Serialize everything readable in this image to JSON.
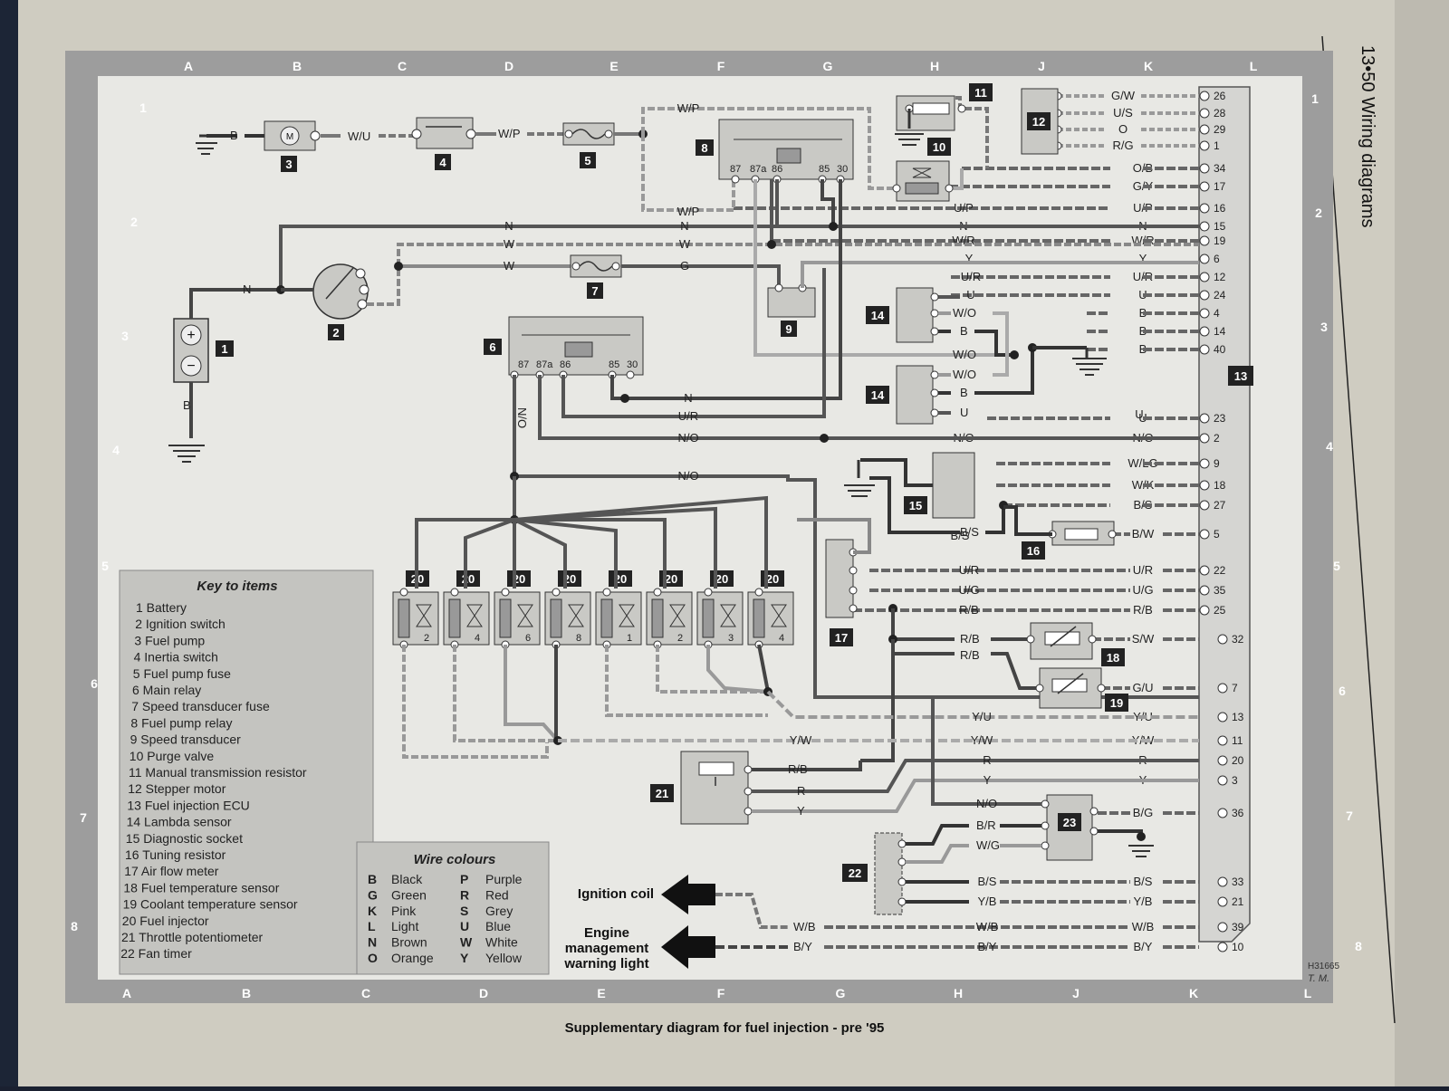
{
  "page_header": "13•50 Wiring diagrams",
  "caption": "Supplementary diagram for fuel injection - pre '95",
  "drawing_ref": "H31665",
  "grid_letters": [
    "A",
    "B",
    "C",
    "D",
    "E",
    "F",
    "G",
    "H",
    "J",
    "K",
    "L"
  ],
  "grid_numbers": [
    "1",
    "2",
    "3",
    "4",
    "5",
    "6",
    "7",
    "8"
  ],
  "key": {
    "title": "Key to items",
    "items": [
      "1  Battery",
      "2  Ignition switch",
      "3  Fuel pump",
      "4  Inertia switch",
      "5  Fuel pump fuse",
      "6  Main relay",
      "7  Speed transducer fuse",
      "8  Fuel pump relay",
      "9  Speed transducer",
      "10  Purge valve",
      "11  Manual transmission resistor",
      "12  Stepper motor",
      "13  Fuel injection ECU",
      "14  Lambda sensor",
      "15  Diagnostic socket",
      "16  Tuning resistor",
      "17  Air flow meter",
      "18  Fuel temperature sensor",
      "19  Coolant temperature sensor",
      "20  Fuel injector",
      "21  Throttle potentiometer",
      "22  Fan timer"
    ]
  },
  "wire_colours": {
    "title": "Wire colours",
    "left": [
      [
        "B",
        "Black"
      ],
      [
        "G",
        "Green"
      ],
      [
        "K",
        "Pink"
      ],
      [
        "L",
        "Light"
      ],
      [
        "N",
        "Brown"
      ],
      [
        "O",
        "Orange"
      ]
    ],
    "right": [
      [
        "P",
        "Purple"
      ],
      [
        "R",
        "Red"
      ],
      [
        "S",
        "Grey"
      ],
      [
        "U",
        "Blue"
      ],
      [
        "W",
        "White"
      ],
      [
        "Y",
        "Yellow"
      ]
    ]
  },
  "outputs": {
    "ignition_coil": "Ignition coil",
    "engine_warning_1": "Engine",
    "engine_warning_2": "management",
    "engine_warning_3": "warning light"
  },
  "relay_pins": [
    "87",
    "87a",
    "86",
    "85",
    "30"
  ],
  "ecu_pins": [
    {
      "pin": "26",
      "wire": "G/W"
    },
    {
      "pin": "28",
      "wire": "U/S"
    },
    {
      "pin": "29",
      "wire": "O"
    },
    {
      "pin": "1",
      "wire": "R/G"
    },
    {
      "pin": "34",
      "wire": "O/B"
    },
    {
      "pin": "17",
      "wire": "G/Y"
    },
    {
      "pin": "16",
      "wire": "U/P"
    },
    {
      "pin": "15",
      "wire": "N"
    },
    {
      "pin": "19",
      "wire": "W/R"
    },
    {
      "pin": "6",
      "wire": "Y"
    },
    {
      "pin": "12",
      "wire": "U/R"
    },
    {
      "pin": "24",
      "wire": "U"
    },
    {
      "pin": "4",
      "wire": "B"
    },
    {
      "pin": "14",
      "wire": "B"
    },
    {
      "pin": "40",
      "wire": "B"
    },
    {
      "pin": "23",
      "wire": "U"
    },
    {
      "pin": "2",
      "wire": "N/O"
    },
    {
      "pin": "9",
      "wire": "W/LG"
    },
    {
      "pin": "18",
      "wire": "W/K"
    },
    {
      "pin": "27",
      "wire": "B/S"
    },
    {
      "pin": "5",
      "wire": "B/W"
    },
    {
      "pin": "22",
      "wire": "U/R"
    },
    {
      "pin": "35",
      "wire": "U/G"
    },
    {
      "pin": "25",
      "wire": "R/B"
    },
    {
      "pin": "32",
      "wire": "S/W"
    },
    {
      "pin": "7",
      "wire": "G/U"
    },
    {
      "pin": "13",
      "wire": "Y/U"
    },
    {
      "pin": "11",
      "wire": "Y/W"
    },
    {
      "pin": "20",
      "wire": "R"
    },
    {
      "pin": "3",
      "wire": "Y"
    },
    {
      "pin": "36",
      "wire": "B/G"
    },
    {
      "pin": "33",
      "wire": "B/S"
    },
    {
      "pin": "21",
      "wire": "Y/B"
    },
    {
      "pin": "39",
      "wire": "W/B"
    },
    {
      "pin": "10",
      "wire": "B/Y"
    }
  ],
  "injector_numbers": [
    "2",
    "4",
    "6",
    "8",
    "1",
    "2",
    "3",
    "4"
  ],
  "wire_labels": {
    "b": "B",
    "wu": "W/U",
    "wp": "W/P",
    "n": "N",
    "w": "W",
    "g": "G",
    "ur": "U/R",
    "no": "N/O",
    "up": "U/P",
    "wr": "W/R",
    "y": "Y",
    "u": "U",
    "wo": "W/O",
    "bs": "B/S",
    "bw": "B/W",
    "ug": "U/G",
    "rb": "R/B",
    "yu": "Y/U",
    "yw": "Y/W",
    "r": "R",
    "br": "B/R",
    "wg": "W/G",
    "yb": "Y/B",
    "wb": "W/B",
    "by": "B/Y"
  }
}
